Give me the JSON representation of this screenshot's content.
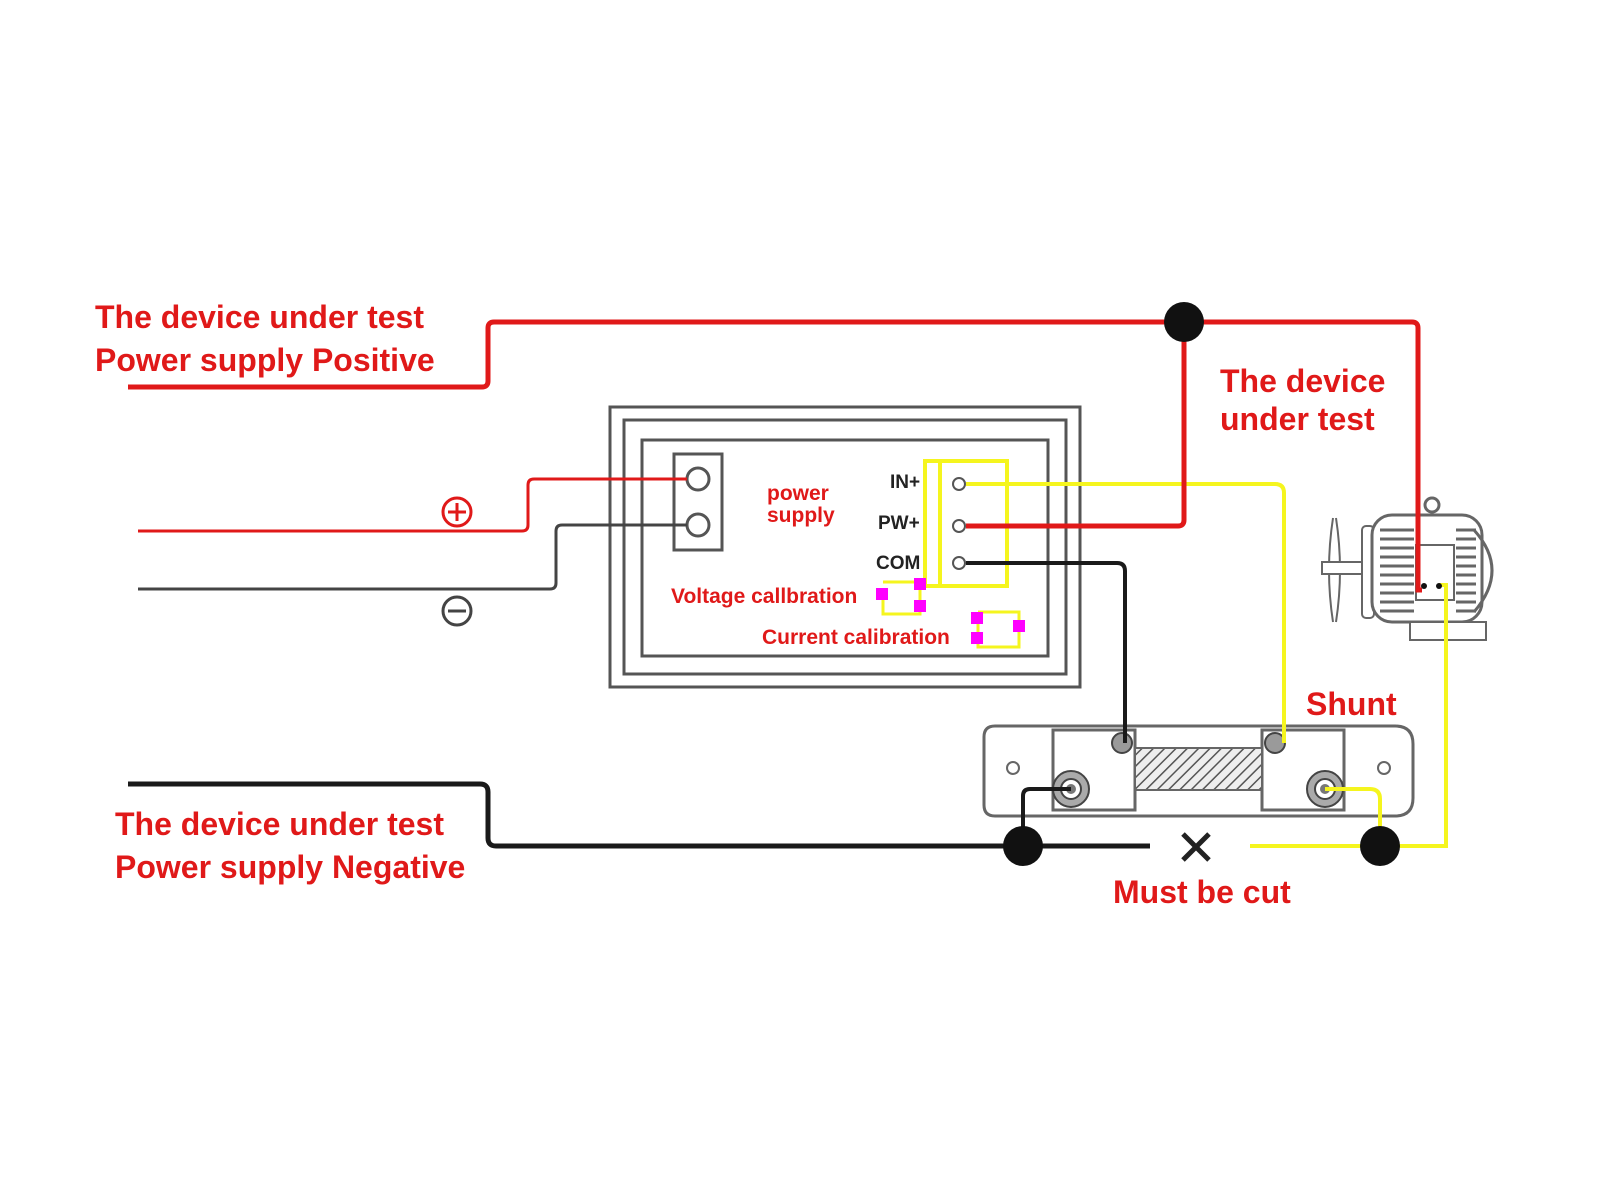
{
  "labels": {
    "positive_line1": "The device under test",
    "positive_line2": "Power supply Positive",
    "negative_line1": "The device under test",
    "negative_line2": "Power supply Negative",
    "device_line1": "The device",
    "device_line2": "under test",
    "power_supply_line1": "power",
    "power_supply_line2": "supply",
    "in_plus": "IN+",
    "pw_plus": "PW+",
    "com": "COM",
    "voltage_calibration": "Voltage callbration",
    "current_calibration": "Current calibration",
    "shunt": "Shunt",
    "must_be_cut": "Must be cut"
  },
  "colors": {
    "positive_wire": "#e01919",
    "negative_wire": "#1a1a1a",
    "sense_wire": "#f5f51e",
    "label_text": "#e01919",
    "outline": "#555555",
    "calibration_pad": "#ff00ff"
  }
}
